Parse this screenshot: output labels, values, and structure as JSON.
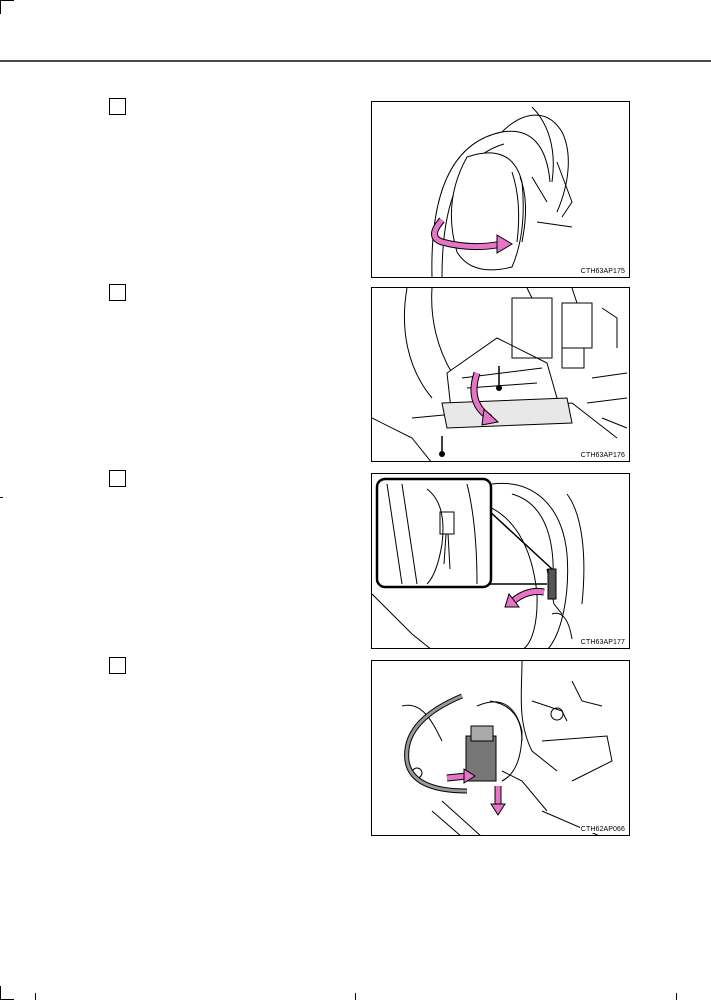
{
  "steps": [
    {
      "number": "",
      "figure_code": "CTH63AP175"
    },
    {
      "number": "",
      "figure_code": "CTH63AP176"
    },
    {
      "number": "",
      "figure_code": "CTH63AP177"
    },
    {
      "number": "",
      "figure_code": "CTH62AP066"
    }
  ],
  "colors": {
    "arrow": "#e675c8",
    "line": "#000000",
    "header_rule": "#4a4a4a"
  }
}
